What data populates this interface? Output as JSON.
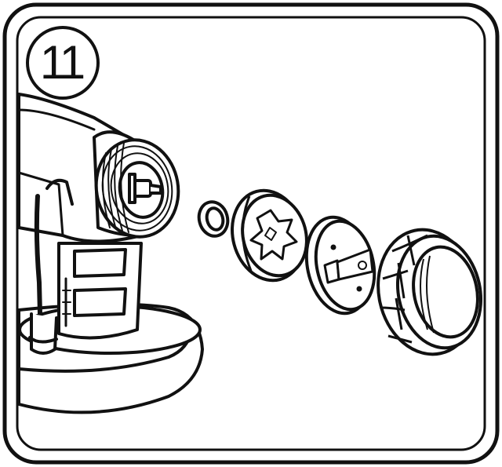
{
  "step": {
    "number": "11"
  },
  "colors": {
    "stroke": "#111111",
    "fill": "#ffffff",
    "background": "#ffffff"
  },
  "parts": [
    {
      "name": "spray-gun-body"
    },
    {
      "name": "small-o-ring"
    },
    {
      "name": "spray-nozzle-insert"
    },
    {
      "name": "air-cap"
    },
    {
      "name": "front-retaining-nut"
    }
  ]
}
